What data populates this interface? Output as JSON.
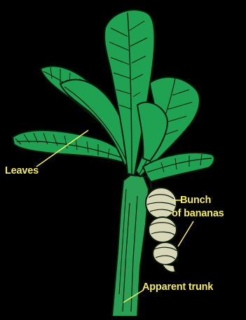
{
  "labels": {
    "leaves": "Leaves",
    "bunch_line1": "Bunch",
    "bunch_line2": "of bananas",
    "trunk": "Apparent trunk"
  },
  "colors": {
    "background": "#000000",
    "leaf_green": "#1fa352",
    "outline": "#0a1a0a",
    "label_text": "#f3ea6a",
    "banana_fill": "#d8d8b8",
    "trunk_fill": "#2aa055"
  },
  "parts": [
    "leaves",
    "bunch-of-bananas",
    "apparent-trunk"
  ]
}
